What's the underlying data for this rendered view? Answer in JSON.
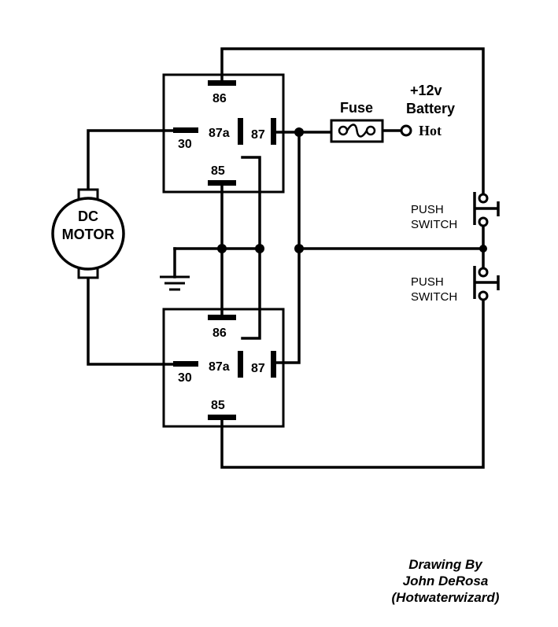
{
  "relay_top": {
    "pin_86": "86",
    "pin_87a": "87a",
    "pin_87": "87",
    "pin_30": "30",
    "pin_85": "85"
  },
  "relay_bottom": {
    "pin_86": "86",
    "pin_87a": "87a",
    "pin_87": "87",
    "pin_30": "30",
    "pin_85": "85"
  },
  "motor": {
    "line1": "DC",
    "line2": "MOTOR"
  },
  "fuse": {
    "label": "Fuse"
  },
  "battery": {
    "voltage": "+12v",
    "label": "Battery",
    "terminal": "Hot"
  },
  "switches": [
    {
      "line1": "PUSH",
      "line2": "SWITCH"
    },
    {
      "line1": "PUSH",
      "line2": "SWITCH"
    }
  ],
  "credit": {
    "line1": "Drawing By",
    "line2": "John DeRosa",
    "line3": "(Hotwaterwizard)"
  }
}
